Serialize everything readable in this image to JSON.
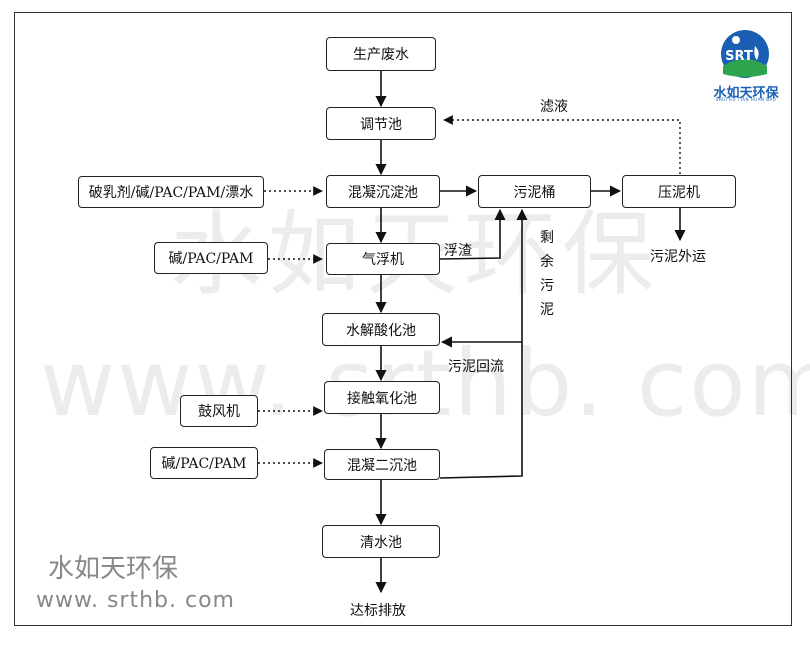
{
  "watermark": {
    "big_brand": "水如天环保",
    "big_url": "www. srthb. com",
    "small_brand": "水如天环保",
    "small_url": "www. srthb. com"
  },
  "logo": {
    "badge_text": "SRT",
    "name": "水如天环保",
    "pinyin": "SHUI RU TIAN HUAN BAO",
    "colors": {
      "blue": "#1a5fb4",
      "green": "#2ea44f"
    }
  },
  "nodes": {
    "production_wastewater": "生产废水",
    "regulating_tank": "调节池",
    "coag_sedimentation": "混凝沉淀池",
    "air_flotation": "气浮机",
    "hydrolysis_acidification": "水解酸化池",
    "contact_oxidation": "接触氧化池",
    "coag_secondary_sedimentation": "混凝二沉池",
    "clear_water_tank": "清水池",
    "sludge_bucket": "污泥桶",
    "filter_press": "压泥机",
    "chem_coag": "破乳剂/碱/PAC/PAM/漂水",
    "chem_flotation": "碱/PAC/PAM",
    "blower": "鼓风机",
    "chem_secondary": "碱/PAC/PAM"
  },
  "labels": {
    "filtrate": "滤液",
    "scum": "浮渣",
    "excess_sludge": [
      "剩",
      "余",
      "污",
      "泥"
    ],
    "sludge_return": "污泥回流",
    "sludge_out": "污泥外运",
    "discharge": "达标排放"
  }
}
